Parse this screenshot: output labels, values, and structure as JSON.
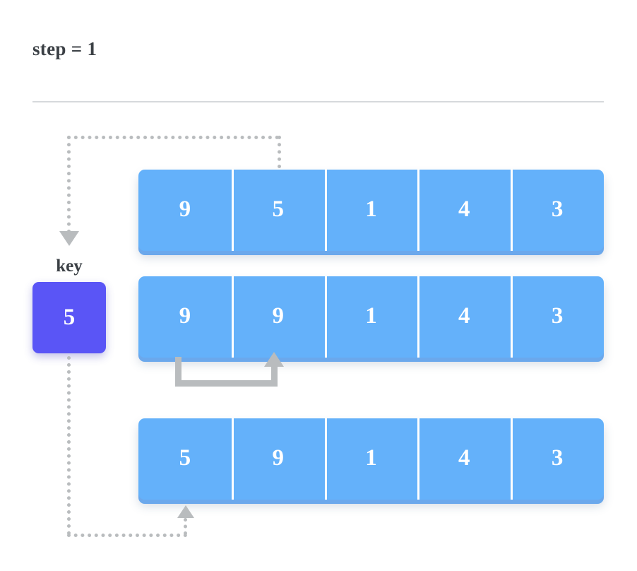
{
  "header": {
    "step_text": "step = 1",
    "divider": true
  },
  "colors": {
    "background": "#ffffff",
    "cell_fill": "#64b1fa",
    "cell_shadow": "#6ba8ec",
    "cell_text": "#ffffff",
    "cell_divider": "#ffffff",
    "key_fill": "#5a55f6",
    "key_text": "#ffffff",
    "connector_gray": "#b9bcbe",
    "label_text": "#3b4045",
    "rule": "#d6d9dc"
  },
  "key": {
    "label": "key",
    "value": "5"
  },
  "rows": [
    {
      "id": "row-before",
      "cells": [
        "9",
        "5",
        "1",
        "4",
        "3"
      ]
    },
    {
      "id": "row-shifted",
      "cells": [
        "9",
        "9",
        "1",
        "4",
        "3"
      ]
    },
    {
      "id": "row-after",
      "cells": [
        "5",
        "9",
        "1",
        "4",
        "3"
      ]
    }
  ],
  "connectors": {
    "copy_to_key": {
      "style": "dotted",
      "from": "row-before cell index 1",
      "to": "key box",
      "arrowhead": "down"
    },
    "shift_right": {
      "style": "solid",
      "from": "row-shifted cell index 0",
      "to": "row-shifted cell index 1",
      "arrowhead": "up"
    },
    "key_to_slot": {
      "style": "dotted",
      "from": "key box",
      "to": "row-after cell index 0",
      "arrowhead": "up"
    }
  }
}
